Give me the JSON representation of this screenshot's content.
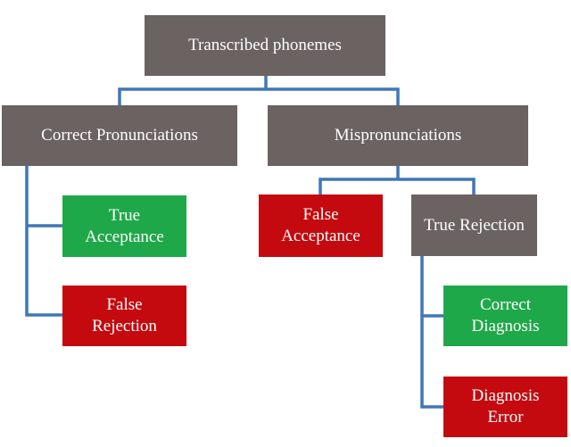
{
  "diagram": {
    "root": {
      "label": "Transcribed phonemes"
    },
    "correct_pronunciations": {
      "label": "Correct Pronunciations"
    },
    "mispronunciations": {
      "label": "Mispronunciations"
    },
    "true_acceptance": {
      "label": "True\nAcceptance"
    },
    "false_rejection": {
      "label": "False\nRejection"
    },
    "false_acceptance": {
      "label": "False\nAcceptance"
    },
    "true_rejection": {
      "label": "True Rejection"
    },
    "correct_diagnosis": {
      "label": "Correct\nDiagnosis"
    },
    "diagnosis_error": {
      "label": "Diagnosis\nError"
    }
  },
  "colors": {
    "category_fill": "#6b6262",
    "positive_fill": "#1fa84a",
    "negative_fill": "#c40a0f",
    "connector": "#3f77b7",
    "text": "#ffffff"
  }
}
